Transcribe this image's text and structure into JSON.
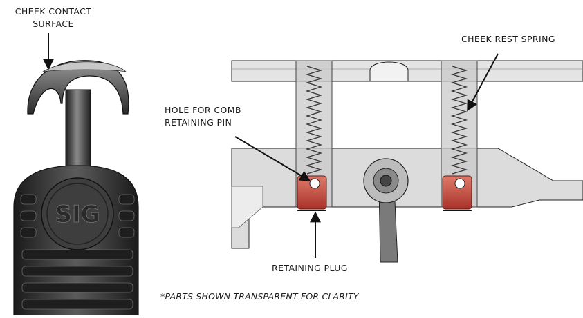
{
  "callouts": {
    "cheek_contact_line1": "CHEEK CONTACT",
    "cheek_contact_line2": "SURFACE",
    "cheek_rest_spring": "CHEEK REST SPRING",
    "hole_line1": "HOLE FOR COMB",
    "hole_line2": "RETAINING PIN",
    "retaining_plug": "RETAINING PLUG"
  },
  "footnote": "*PARTS SHOWN TRANSPARENT FOR CLARITY",
  "logo_text": "SIG",
  "colors": {
    "line": "#222222",
    "part_gray": "#bdbdbd",
    "part_light": "#e6e6e6",
    "plug_red": "#c0392b",
    "comb_dark": "#3a3a3a"
  }
}
